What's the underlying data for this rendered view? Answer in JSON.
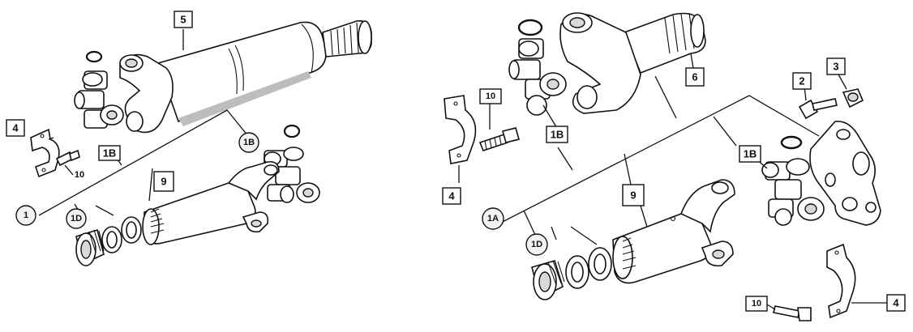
{
  "callouts": {
    "left": {
      "c5": "5",
      "c4": "4",
      "c1B_a": "1B",
      "c10": "10",
      "c1B_b": "1B",
      "c9": "9",
      "c1": "1",
      "c1D": "1D"
    },
    "right": {
      "c10_a": "10",
      "c6": "6",
      "c2": "2",
      "c3": "3",
      "c1B_a": "1B",
      "c1B_b": "1B",
      "c4_a": "4",
      "c9": "9",
      "c1A": "1A",
      "c1D": "1D",
      "c10_b": "10",
      "c4_b": "4"
    }
  }
}
